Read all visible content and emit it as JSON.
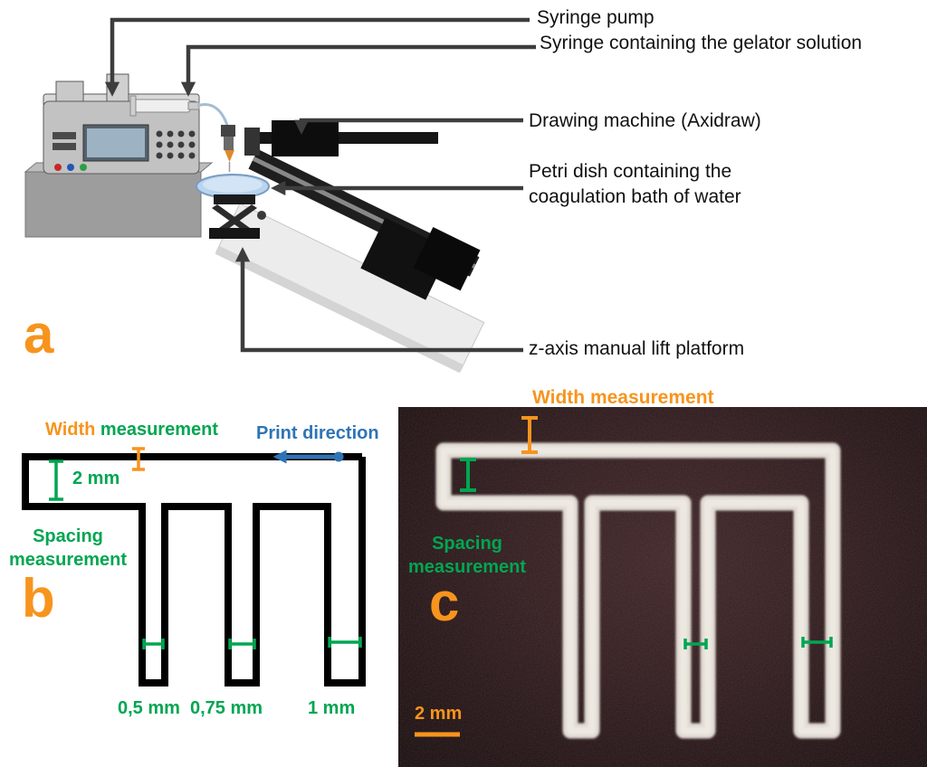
{
  "figure_colors": {
    "orange": "#F7941D",
    "green": "#00A651",
    "blue": "#2E74B5",
    "arrow_gray": "#3D3D3D",
    "gel_white": "#EAE6DF"
  },
  "panel_a": {
    "letter": "a",
    "label_syringe_pump": "Syringe pump",
    "label_syringe": "Syringe containing the gelator solution",
    "label_axidraw": "Drawing machine (Axidraw)",
    "label_petri_line1": "Petri dish containing the",
    "label_petri_line2": "coagulation bath of water",
    "label_zaxis": "z-axis manual lift platform"
  },
  "panel_b": {
    "letter": "b",
    "width_word": "Width",
    "measurement_word": "measurement",
    "print_direction": "Print direction",
    "width_value": "2 mm",
    "spacing_word1": "Spacing",
    "spacing_word2": "measurement",
    "gap_labels": [
      "0,5 mm",
      "0,75 mm",
      "1 mm"
    ]
  },
  "panel_c": {
    "letter": "c",
    "width_label": "Width measurement",
    "spacing_word1": "Spacing",
    "spacing_word2": "measurement",
    "scale_label": "2 mm"
  }
}
